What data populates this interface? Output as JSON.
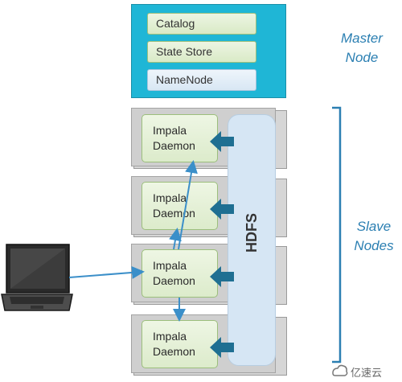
{
  "master": {
    "label_line1": "Master",
    "label_line2": "Node",
    "services": [
      "Catalog",
      "State Store",
      "NameNode"
    ]
  },
  "slave": {
    "label_line1": "Slave",
    "label_line2": "Nodes",
    "daemons": [
      {
        "line1": "Impala",
        "line2": "Daemon"
      },
      {
        "line1": "Impala",
        "line2": "Daemon"
      },
      {
        "line1": "Impala",
        "line2": "Daemon"
      },
      {
        "line1": "Impala",
        "line2": "Daemon"
      }
    ]
  },
  "hdfs_label": "HDFS",
  "watermark": "亿速云",
  "colors": {
    "master_bg": "#1fb6d6",
    "side_label": "#2b7fb2",
    "arrow": "#1f6f92",
    "line": "#3b8fc9"
  }
}
